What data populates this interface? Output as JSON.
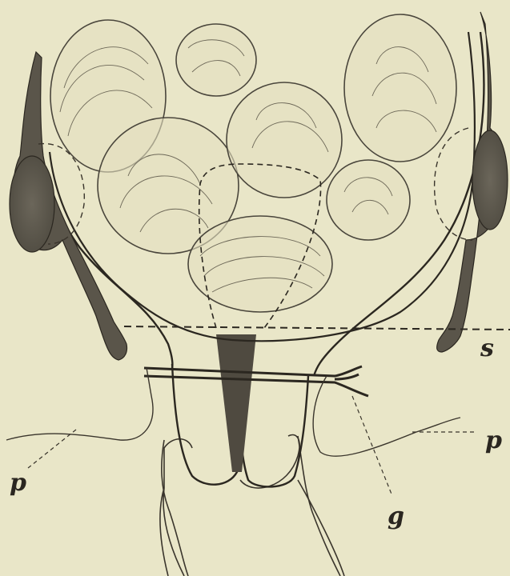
{
  "figure": {
    "labels": {
      "s": "s",
      "p_right": "p",
      "p_left": "p",
      "g": "g"
    },
    "colors": {
      "paper": "#e9e6c8",
      "ink": "#3a352c",
      "shade": "#5f5a4e",
      "hatch": "#6d6858"
    }
  }
}
